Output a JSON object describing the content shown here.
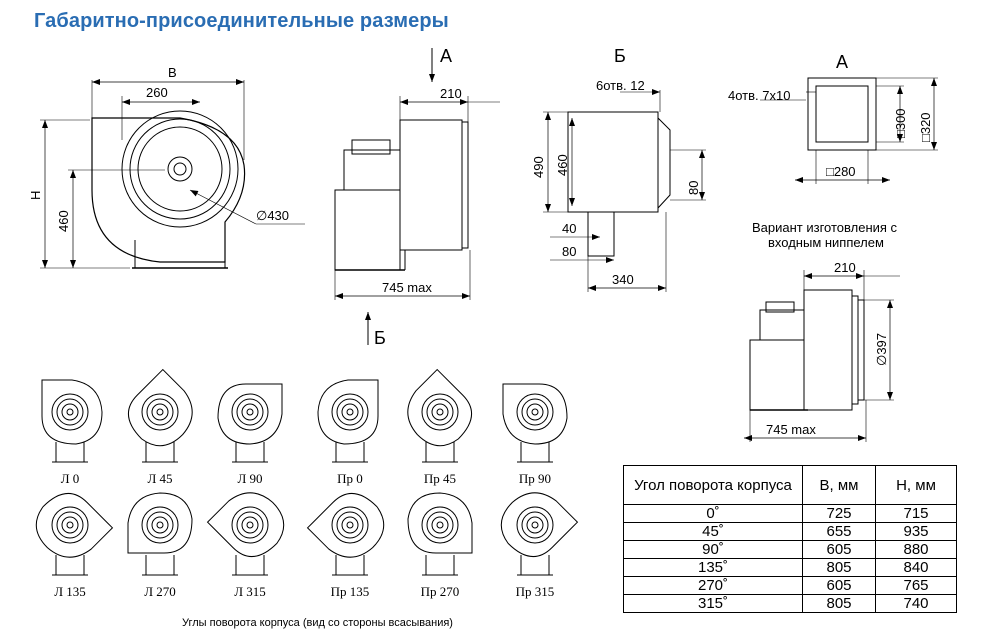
{
  "title": "Габаритно-присоединительные размеры",
  "front_view": {
    "B": "В",
    "d260": "260",
    "H": "Н",
    "d460": "460",
    "d430": "∅430"
  },
  "side_view": {
    "A": "А",
    "B_arrow": "Б",
    "d210": "210",
    "len": "745 max"
  },
  "view_b": {
    "label": "Б",
    "holes": "6отв. 12",
    "d490": "490",
    "d460": "460",
    "d80": "80",
    "d40": "40",
    "d80b": "80",
    "d340": "340"
  },
  "view_a": {
    "label": "А",
    "holes": "4отв. 7х10",
    "d300": "□300",
    "d320": "□320",
    "d280": "□280"
  },
  "variant": {
    "caption_line1": "Вариант изготовления с",
    "caption_line2": "входным ниппелем",
    "d210": "210",
    "d397": "∅397",
    "len": "745 max"
  },
  "rotations": {
    "labels": [
      "Л 0",
      "Л 45",
      "Л 90",
      "Пр 0",
      "Пр 45",
      "Пр 90",
      "Л 135",
      "Л 270",
      "Л 315",
      "Пр 135",
      "Пр 270",
      "Пр 315"
    ],
    "caption": "Углы поворота корпуса (вид со стороны всасывания)"
  },
  "table": {
    "headers": [
      "Угол поворота корпуса",
      "В, мм",
      "Н, мм"
    ],
    "rows": [
      [
        "0˚",
        "725",
        "715"
      ],
      [
        "45˚",
        "655",
        "935"
      ],
      [
        "90˚",
        "605",
        "880"
      ],
      [
        "135˚",
        "805",
        "840"
      ],
      [
        "270˚",
        "605",
        "765"
      ],
      [
        "315˚",
        "805",
        "740"
      ]
    ]
  }
}
